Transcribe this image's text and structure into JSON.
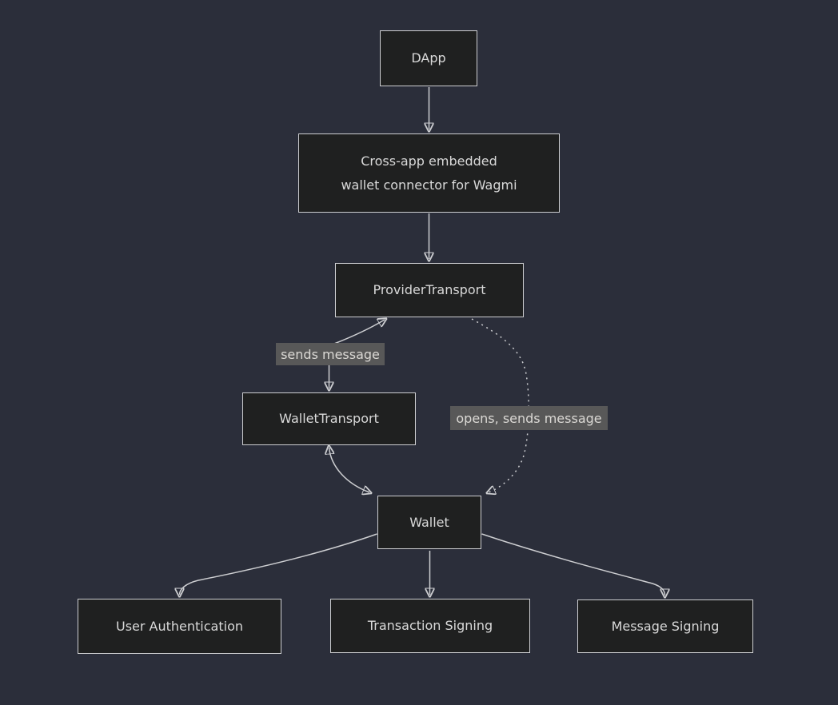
{
  "diagram": {
    "type": "flowchart",
    "direction": "top-down",
    "colors": {
      "background": "#2b2e3a",
      "node_fill": "#1f2020",
      "node_border": "#cdced1",
      "node_text": "#d9d9d9",
      "edge_line": "#cdced1",
      "edge_label_background": "#585858",
      "edge_label_text": "#dbd9d5"
    },
    "nodes": {
      "dapp": {
        "label": "DApp"
      },
      "connector": {
        "label": "Cross-app embedded wallet connector for Wagmi",
        "line1": "Cross-app embedded",
        "line2": "wallet connector for Wagmi"
      },
      "provider_transport": {
        "label": "ProviderTransport"
      },
      "wallet_transport": {
        "label": "WalletTransport"
      },
      "wallet": {
        "label": "Wallet"
      },
      "user_authentication": {
        "label": "User Authentication"
      },
      "transaction_signing": {
        "label": "Transaction Signing"
      },
      "message_signing": {
        "label": "Message Signing"
      }
    },
    "edge_labels": {
      "sends_message": "sends message",
      "opens_sends_message": "opens, sends message"
    },
    "edges": [
      {
        "from": "DApp",
        "to": "Cross-app embedded wallet connector for Wagmi",
        "style": "solid",
        "arrow": "forward",
        "label": ""
      },
      {
        "from": "Cross-app embedded wallet connector for Wagmi",
        "to": "ProviderTransport",
        "style": "solid",
        "arrow": "forward",
        "label": ""
      },
      {
        "from": "ProviderTransport",
        "to": "WalletTransport",
        "style": "solid",
        "arrow": "both",
        "label": "sends message"
      },
      {
        "from": "WalletTransport",
        "to": "Wallet",
        "style": "solid",
        "arrow": "both",
        "label": ""
      },
      {
        "from": "ProviderTransport",
        "to": "Wallet",
        "style": "dotted",
        "arrow": "forward",
        "label": "opens, sends message"
      },
      {
        "from": "Wallet",
        "to": "User Authentication",
        "style": "solid",
        "arrow": "forward",
        "label": ""
      },
      {
        "from": "Wallet",
        "to": "Transaction Signing",
        "style": "solid",
        "arrow": "forward",
        "label": ""
      },
      {
        "from": "Wallet",
        "to": "Message Signing",
        "style": "solid",
        "arrow": "forward",
        "label": ""
      }
    ]
  }
}
